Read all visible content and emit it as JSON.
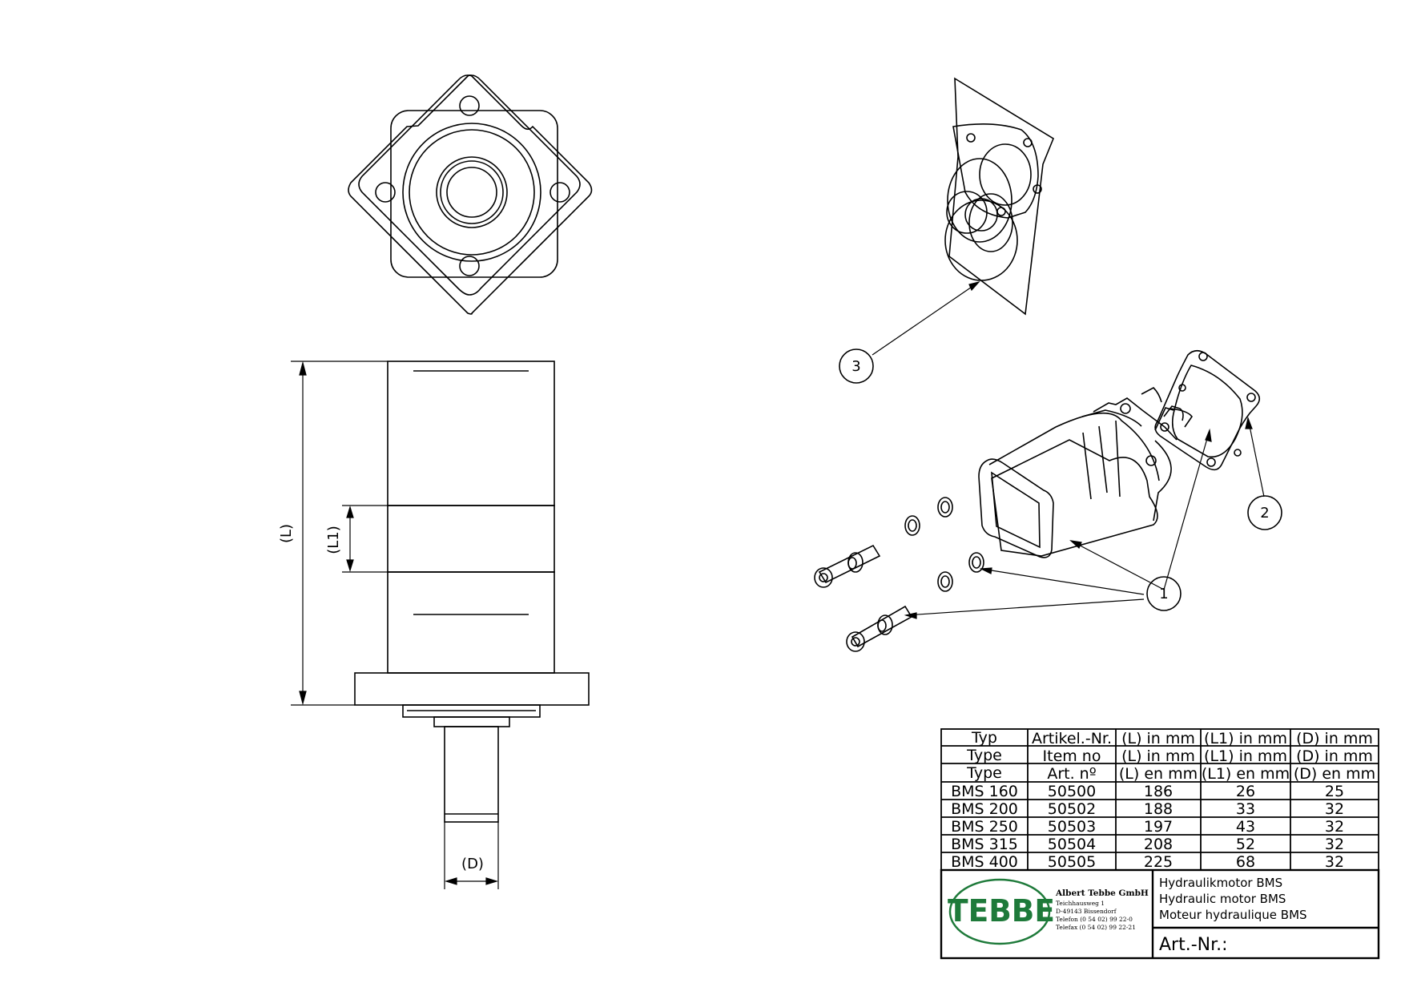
{
  "dimensions": {
    "length": "(L)",
    "length1": "(L1)",
    "diameter": "(D)"
  },
  "callouts": [
    "1",
    "2",
    "3"
  ],
  "table": {
    "header_rows": [
      [
        "Typ",
        "Artikel.-Nr.",
        "(L) in mm",
        "(L1) in mm",
        "(D) in mm"
      ],
      [
        "Type",
        "Item no",
        "(L) in mm",
        "(L1) in mm",
        "(D) in mm"
      ],
      [
        "Type",
        "Art. nº",
        "(L) en mm",
        "(L1) en mm",
        "(D) en mm"
      ]
    ],
    "rows": [
      [
        "BMS 160",
        "50500",
        "186",
        "26",
        "25"
      ],
      [
        "BMS 200",
        "50502",
        "188",
        "33",
        "32"
      ],
      [
        "BMS 250",
        "50503",
        "197",
        "43",
        "32"
      ],
      [
        "BMS 315",
        "50504",
        "208",
        "52",
        "32"
      ],
      [
        "BMS 400",
        "50505",
        "225",
        "68",
        "32"
      ]
    ]
  },
  "title_block": {
    "logo_text": "TEBBE",
    "company": "Albert Tebbe GmbH",
    "address_lines": [
      "Teichhausweg 1",
      "D-49143 Bissendorf",
      "Telefon (0 54 02) 99 22-0",
      "Telefax (0 54 02) 99 22-21"
    ],
    "title_lines": [
      "Hydraulikmotor BMS",
      "Hydraulic motor BMS",
      "Moteur hydraulique BMS"
    ],
    "art_nr_label": "Art.-Nr.:"
  },
  "colors": {
    "logo": "#1e7a3a",
    "line": "#000000"
  }
}
